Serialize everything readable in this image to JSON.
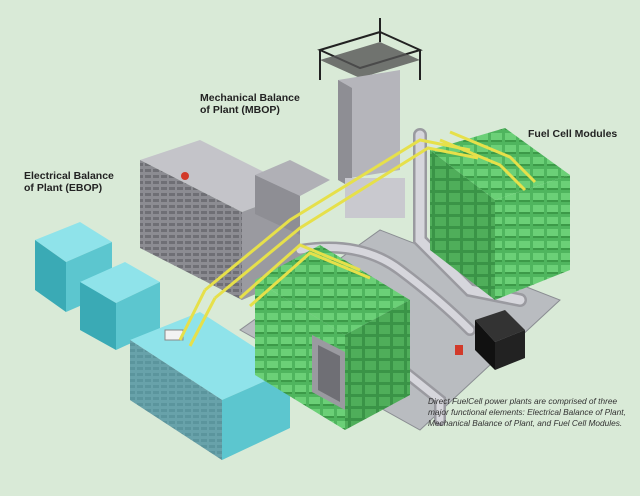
{
  "labels": {
    "mbop": "Mechanical Balance\nof Plant (MBOP)",
    "ebop": "Electrical Balance\nof Plant (EBOP)",
    "fcm": "Fuel Cell Modules"
  },
  "caption": "Direct FuelCell power plants are comprised of three major functional elements: Electrical Balance of Plant, Mechanical Balance of Plant, and Fuel Cell Modules.",
  "colors": {
    "background": "#d9ead7",
    "ebop": "#5cc6cf",
    "mbop": "#9a9aa0",
    "fuel_cell": "#4fb55e",
    "cable_tray": "#e6e04a",
    "piping": "#c9c9cf"
  }
}
